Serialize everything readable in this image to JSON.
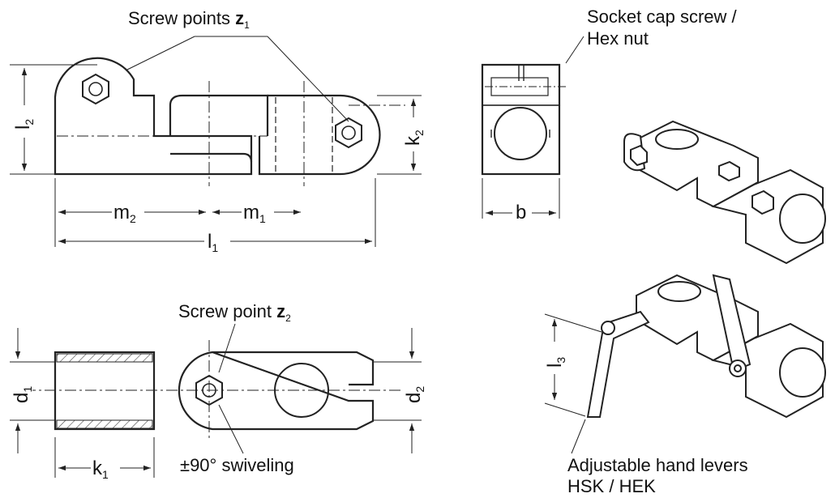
{
  "labels": {
    "screw_points_text": "Screw points ",
    "screw_points_var": "z",
    "screw_points_sub": "1",
    "screw_point_text": "Screw point ",
    "screw_point_var": "z",
    "screw_point_sub": "2",
    "socket_cap_line1": "Socket cap screw /",
    "socket_cap_line2": "Hex nut",
    "swiveling": "±90° swiveling",
    "hand_levers_line1": "Adjustable hand levers",
    "hand_levers_line2": "HSK / HEK"
  },
  "dimensions": {
    "l2_main": "l",
    "l2_sub": "2",
    "k2_main": "k",
    "k2_sub": "2",
    "m2_main": "m",
    "m2_sub": "2",
    "m1_main": "m",
    "m1_sub": "1",
    "l1_main": "l",
    "l1_sub": "1",
    "b_main": "b",
    "d1_main": "d",
    "d1_sub": "1",
    "d2_main": "d",
    "d2_sub": "2",
    "k1_main": "k",
    "k1_sub": "1",
    "l3_main": "l",
    "l3_sub": "3"
  },
  "colors": {
    "line": "#222222",
    "fill": "#ffffff",
    "shade": "#e9e9e9"
  }
}
